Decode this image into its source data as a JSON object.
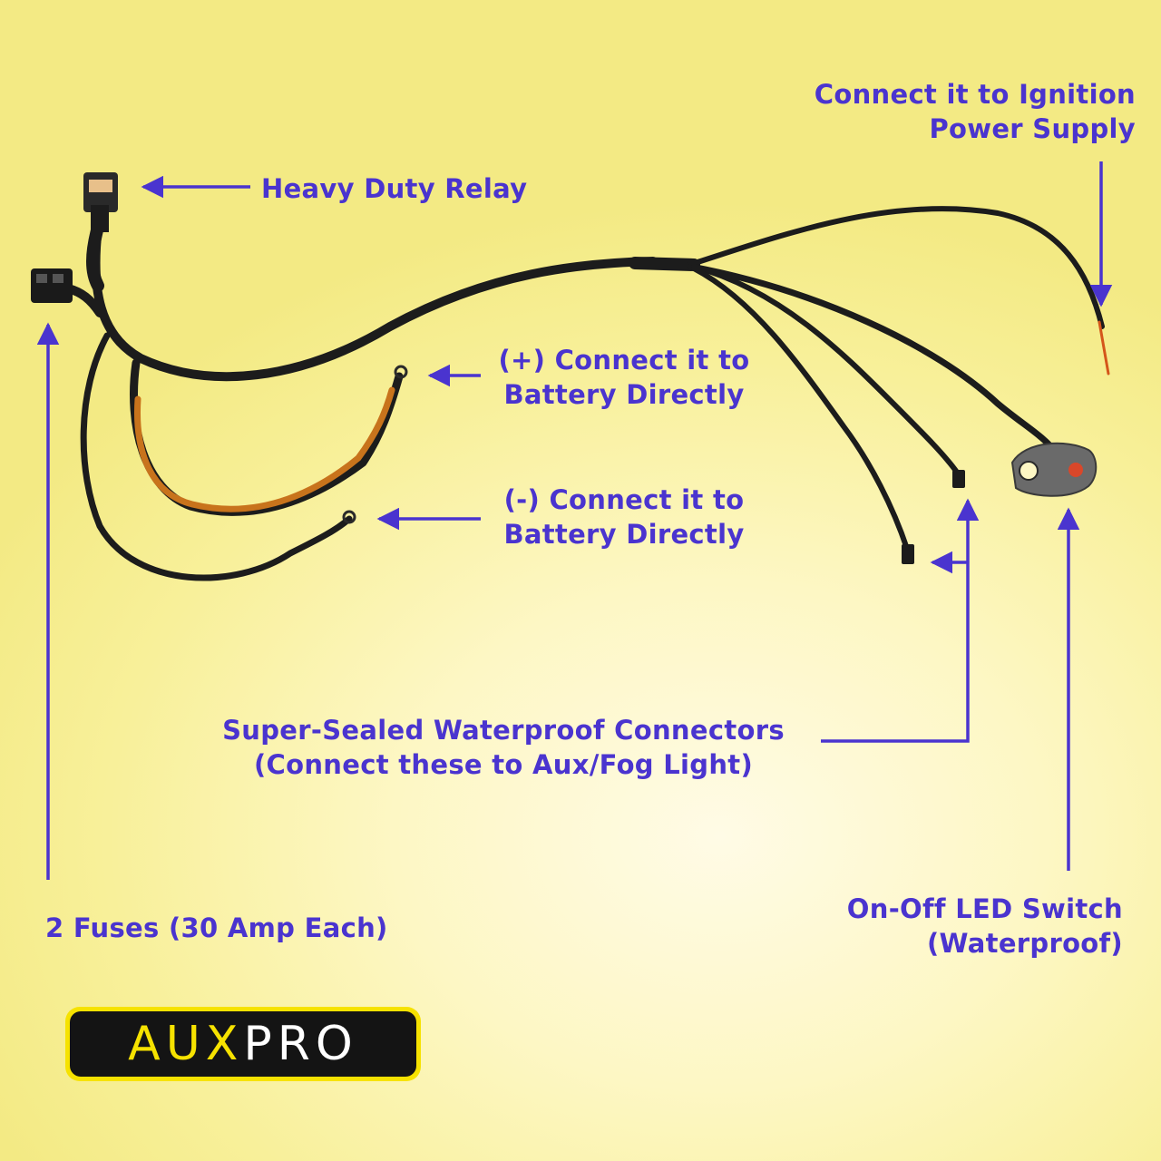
{
  "labels": {
    "ignition": {
      "line1": "Connect it to Ignition",
      "line2": "Power Supply"
    },
    "relay": "Heavy Duty Relay",
    "positive": {
      "line1": "(+) Connect it to",
      "line2": "Battery Directly"
    },
    "negative": {
      "line1": "(-) Connect it to",
      "line2": "Battery Directly"
    },
    "connectors": {
      "line1": "Super-Sealed Waterproof Connectors",
      "line2": "(Connect these to Aux/Fog Light)"
    },
    "fuses": "2 Fuses (30 Amp Each)",
    "switch": {
      "line1": "On-Off LED Switch",
      "line2": "(Waterproof)"
    }
  },
  "logo": {
    "part1": "AUX",
    "part2": "PRO"
  },
  "colors": {
    "label": "#4a34cf",
    "arrow": "#4a34cf",
    "wire": "#1c1c1c",
    "positive_wire": "#c8731c",
    "logo_yellow": "#f6e200",
    "logo_black": "#141414"
  }
}
